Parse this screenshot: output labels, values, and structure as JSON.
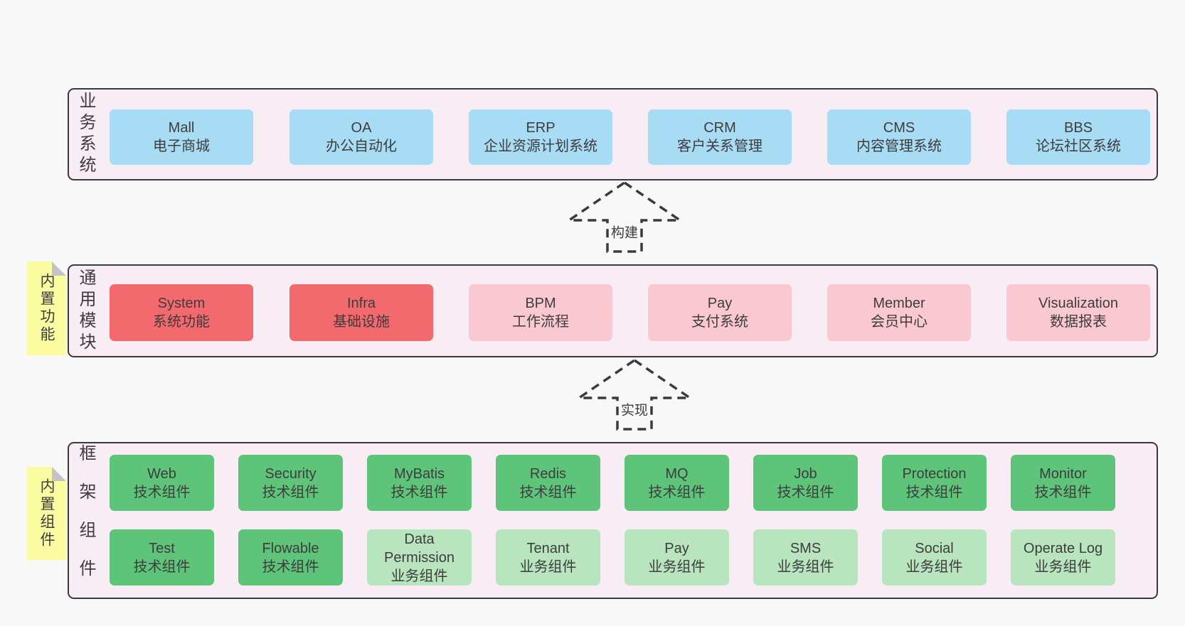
{
  "colors": {
    "page_bg": "#f8f8f8",
    "band_bg": "#f8ecf5",
    "band_border": "#3a3a3e",
    "blue": "#a8dbf4",
    "red": "#f2696e",
    "pink": "#fac8d1",
    "green": "#5ec47a",
    "lightgreen": "#b8e5be",
    "sticky": "#fbfba2",
    "sticky_fold": "#c4c4c4",
    "arrow": "#3a3a3c",
    "text": "#3d3d3d"
  },
  "stickies": [
    {
      "label": "内置功能"
    },
    {
      "label": "内置组件"
    }
  ],
  "arrows": [
    {
      "label": "构建"
    },
    {
      "label": "实现"
    }
  ],
  "bands": [
    {
      "label": "业务系统",
      "boxes": [
        {
          "title": "Mall",
          "subtitle": "电子商城"
        },
        {
          "title": "OA",
          "subtitle": "办公自动化"
        },
        {
          "title": "ERP",
          "subtitle": "企业资源计划系统"
        },
        {
          "title": "CRM",
          "subtitle": "客户关系管理"
        },
        {
          "title": "CMS",
          "subtitle": "内容管理系统"
        },
        {
          "title": "BBS",
          "subtitle": "论坛社区系统"
        }
      ]
    },
    {
      "label": "通用模块",
      "boxes": [
        {
          "title": "System",
          "subtitle": "系统功能"
        },
        {
          "title": "Infra",
          "subtitle": "基础设施"
        },
        {
          "title": "BPM",
          "subtitle": "工作流程"
        },
        {
          "title": "Pay",
          "subtitle": "支付系统"
        },
        {
          "title": "Member",
          "subtitle": "会员中心"
        },
        {
          "title": "Visualization",
          "subtitle": "数据报表"
        }
      ]
    },
    {
      "label": "框架组件",
      "boxes": [
        {
          "title": "Web",
          "subtitle": "技术组件"
        },
        {
          "title": "Security",
          "subtitle": "技术组件"
        },
        {
          "title": "MyBatis",
          "subtitle": "技术组件"
        },
        {
          "title": "Redis",
          "subtitle": "技术组件"
        },
        {
          "title": "MQ",
          "subtitle": "技术组件"
        },
        {
          "title": "Job",
          "subtitle": "技术组件"
        },
        {
          "title": "Protection",
          "subtitle": "技术组件"
        },
        {
          "title": "Monitor",
          "subtitle": "技术组件"
        },
        {
          "title": "Test",
          "subtitle": "技术组件"
        },
        {
          "title": "Flowable",
          "subtitle": "技术组件"
        },
        {
          "title": "Data Permission",
          "subtitle": "业务组件"
        },
        {
          "title": "Tenant",
          "subtitle": "业务组件"
        },
        {
          "title": "Pay",
          "subtitle": "业务组件"
        },
        {
          "title": "SMS",
          "subtitle": "业务组件"
        },
        {
          "title": "Social",
          "subtitle": "业务组件"
        },
        {
          "title": "Operate Log",
          "subtitle": "业务组件"
        }
      ]
    }
  ]
}
